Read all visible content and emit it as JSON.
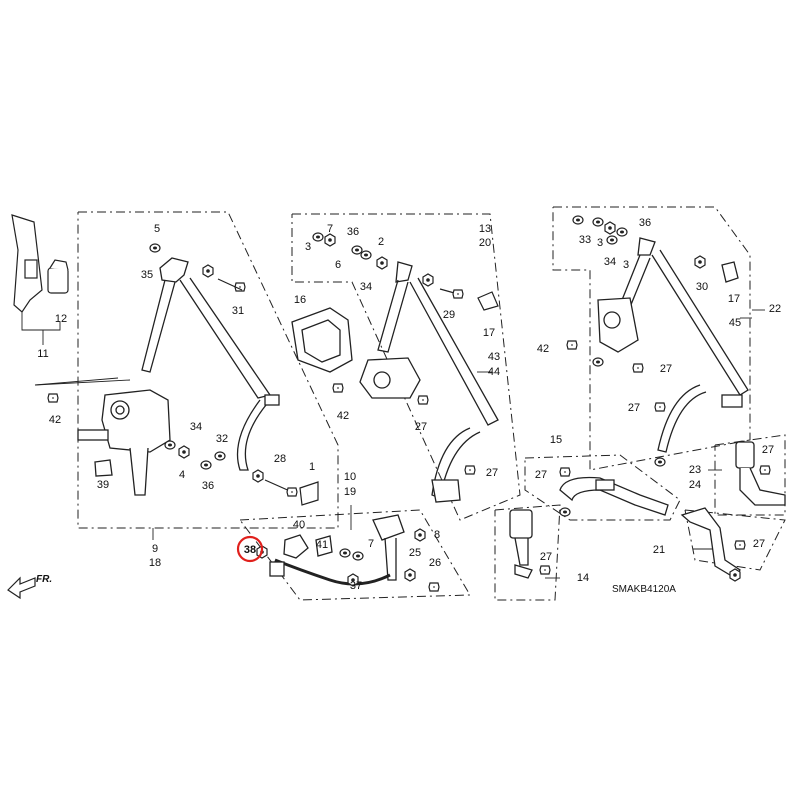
{
  "diagram": {
    "drawing_code": "SMAKB4120A",
    "direction_label": "FR.",
    "highlighted_callout": "38",
    "highlight_color": "#e0201c",
    "line_color": "#222222"
  },
  "callouts": [
    {
      "id": "c-5",
      "text": "5"
    },
    {
      "id": "c-35",
      "text": "35"
    },
    {
      "id": "c-31",
      "text": "31"
    },
    {
      "id": "c-11",
      "text": "11"
    },
    {
      "id": "c-12",
      "text": "12"
    },
    {
      "id": "c-42a",
      "text": "42"
    },
    {
      "id": "c-39",
      "text": "39"
    },
    {
      "id": "c-34a",
      "text": "34"
    },
    {
      "id": "c-4",
      "text": "4"
    },
    {
      "id": "c-36a",
      "text": "36"
    },
    {
      "id": "c-32",
      "text": "32"
    },
    {
      "id": "c-28",
      "text": "28"
    },
    {
      "id": "c-1",
      "text": "1"
    },
    {
      "id": "c-9",
      "text": "9"
    },
    {
      "id": "c-18",
      "text": "18"
    },
    {
      "id": "c-7a",
      "text": "7"
    },
    {
      "id": "c-36b",
      "text": "36"
    },
    {
      "id": "c-2",
      "text": "2"
    },
    {
      "id": "c-3a",
      "text": "3"
    },
    {
      "id": "c-6",
      "text": "6"
    },
    {
      "id": "c-34b",
      "text": "34"
    },
    {
      "id": "c-16",
      "text": "16"
    },
    {
      "id": "c-29",
      "text": "29"
    },
    {
      "id": "c-17a",
      "text": "17"
    },
    {
      "id": "c-13",
      "text": "13"
    },
    {
      "id": "c-20",
      "text": "20"
    },
    {
      "id": "c-43",
      "text": "43"
    },
    {
      "id": "c-44",
      "text": "44"
    },
    {
      "id": "c-42b",
      "text": "42"
    },
    {
      "id": "c-27a",
      "text": "27"
    },
    {
      "id": "c-27b",
      "text": "27"
    },
    {
      "id": "c-10",
      "text": "10"
    },
    {
      "id": "c-19",
      "text": "19"
    },
    {
      "id": "c-40",
      "text": "40"
    },
    {
      "id": "c-38",
      "text": "38"
    },
    {
      "id": "c-41",
      "text": "41"
    },
    {
      "id": "c-8",
      "text": "8"
    },
    {
      "id": "c-7b",
      "text": "7"
    },
    {
      "id": "c-25",
      "text": "25"
    },
    {
      "id": "c-37",
      "text": "37"
    },
    {
      "id": "c-26",
      "text": "26"
    },
    {
      "id": "c-14",
      "text": "14"
    },
    {
      "id": "c-27c",
      "text": "27"
    },
    {
      "id": "c-15",
      "text": "15"
    },
    {
      "id": "c-27d",
      "text": "27"
    },
    {
      "id": "c-36c",
      "text": "36"
    },
    {
      "id": "c-33",
      "text": "33"
    },
    {
      "id": "c-3b",
      "text": "3"
    },
    {
      "id": "c-34c",
      "text": "34"
    },
    {
      "id": "c-3c",
      "text": "3"
    },
    {
      "id": "c-30",
      "text": "30"
    },
    {
      "id": "c-17b",
      "text": "17"
    },
    {
      "id": "c-22",
      "text": "22"
    },
    {
      "id": "c-45",
      "text": "45"
    },
    {
      "id": "c-42c",
      "text": "42"
    },
    {
      "id": "c-27e",
      "text": "27"
    },
    {
      "id": "c-27f",
      "text": "27"
    },
    {
      "id": "c-23",
      "text": "23"
    },
    {
      "id": "c-24",
      "text": "24"
    },
    {
      "id": "c-27g",
      "text": "27"
    },
    {
      "id": "c-21",
      "text": "21"
    },
    {
      "id": "c-27h",
      "text": "27"
    }
  ]
}
